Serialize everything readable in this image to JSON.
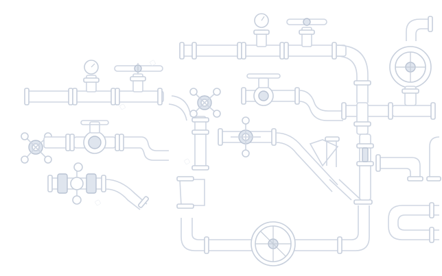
{
  "illustration": {
    "palette": {
      "background": "#ffffff",
      "pipe_stroke": "#cfd6e2",
      "pipe_fill": "#ffffff",
      "fitting_fill": "#dfe5ee"
    },
    "components": [
      "pipe-segment",
      "pressure-gauge-icon",
      "handwheel-valve-icon",
      "cross-handle-valve-icon",
      "butterfly-valve-icon",
      "u-bend-pipe",
      "elbow-pipe",
      "gooseneck-pipe"
    ]
  }
}
